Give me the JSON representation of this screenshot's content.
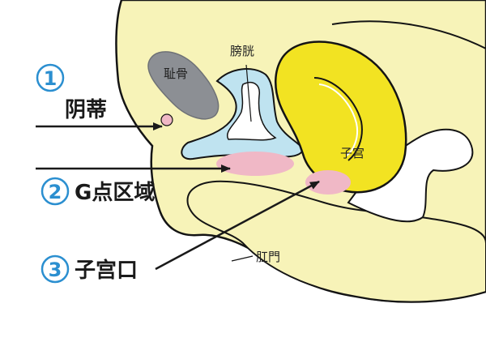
{
  "labels": {
    "pubic_bone": "耻骨",
    "bladder": "膀胱",
    "uterus": "子宫",
    "anus": "肛門"
  },
  "callouts": [
    {
      "number": "1",
      "text": "阴蒂"
    },
    {
      "number": "2",
      "text": "G点区域"
    },
    {
      "number": "3",
      "text": "子宫口"
    }
  ],
  "colors": {
    "body": "#f7f3b8",
    "body_outline": "#141414",
    "bone": "#8c8f94",
    "bladder": "#bfe3f0",
    "uterus": "#f2e322",
    "pink": "#f0b8c6",
    "number_circle": "#2b8fd0",
    "arrow": "#1a1a1a"
  }
}
